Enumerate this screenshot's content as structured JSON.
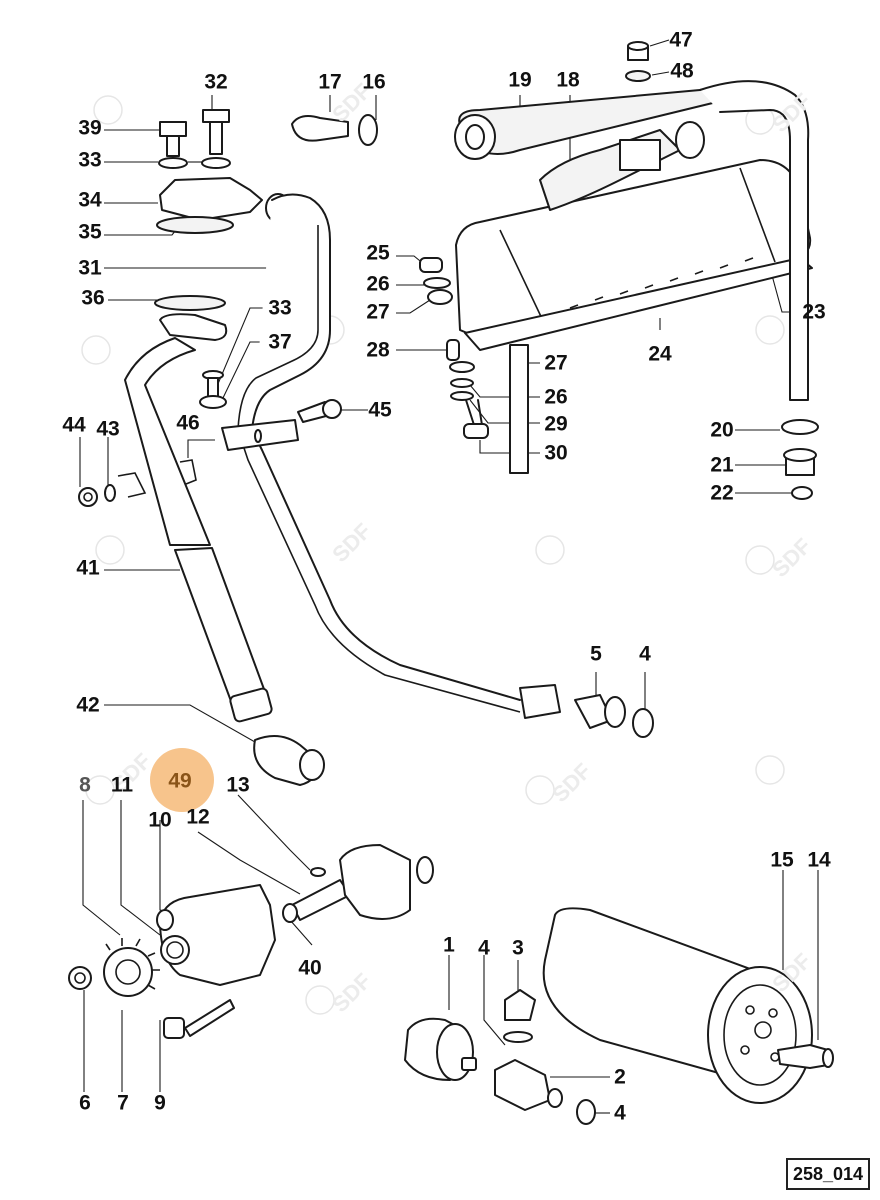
{
  "diagram": {
    "type": "exploded-parts-diagram",
    "reference_code": "258_014",
    "watermark_text": "SDF",
    "highlight_color": "#f7c48c",
    "highlighted_callout": "49",
    "assembly_group": {
      "label": "49",
      "includes": [
        "10",
        "12"
      ]
    },
    "callouts": {
      "c1": "1",
      "c2": "2",
      "c3": "3",
      "c4a": "4",
      "c4b": "4",
      "c4c": "4",
      "c5": "5",
      "c6": "6",
      "c7": "7",
      "c8": "8",
      "c9": "9",
      "c10": "10",
      "c11": "11",
      "c12": "12",
      "c13": "13",
      "c14": "14",
      "c15": "15",
      "c16": "16",
      "c17": "17",
      "c18": "18",
      "c19": "19",
      "c20": "20",
      "c21": "21",
      "c22": "22",
      "c23": "23",
      "c24": "24",
      "c25": "25",
      "c26a": "26",
      "c26b": "26",
      "c27a": "27",
      "c27b": "27",
      "c28": "28",
      "c29": "29",
      "c30": "30",
      "c31": "31",
      "c32": "32",
      "c33a": "33",
      "c33b": "33",
      "c34": "34",
      "c35": "35",
      "c36": "36",
      "c37": "37",
      "c39": "39",
      "c40": "40",
      "c41": "41",
      "c42": "42",
      "c43": "43",
      "c44": "44",
      "c45": "45",
      "c46": "46",
      "c47": "47",
      "c48": "48",
      "c49": "49"
    }
  }
}
